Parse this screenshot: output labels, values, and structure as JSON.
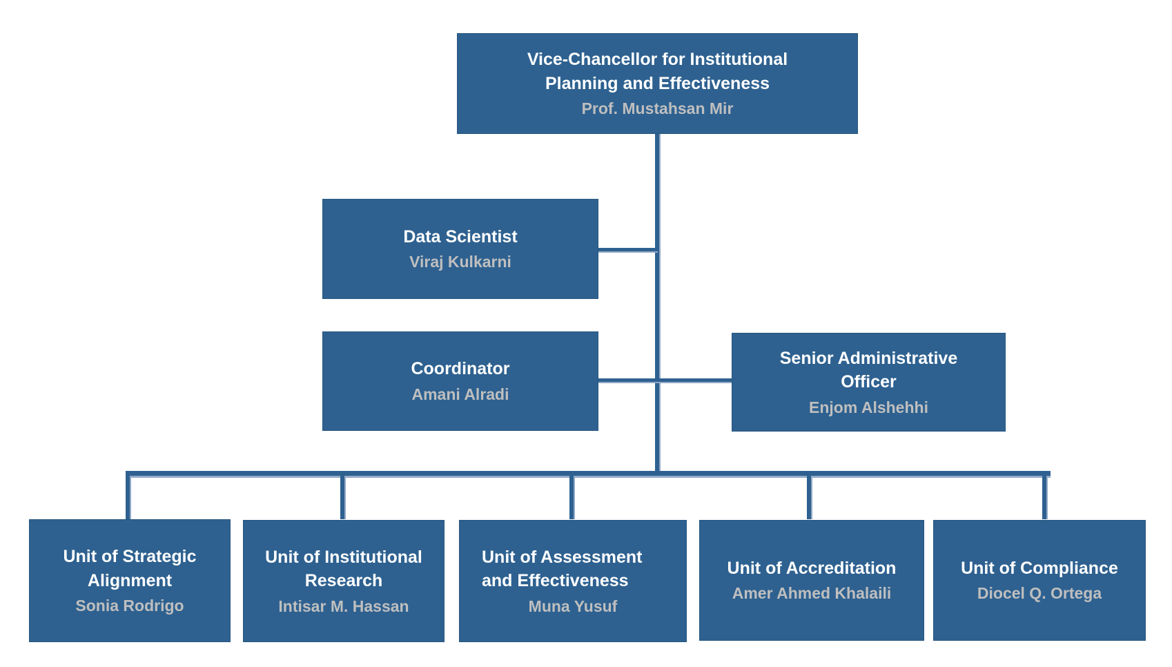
{
  "page": {
    "kind": "organizational-chart",
    "background_color": "#FFFFFF"
  },
  "colors": {
    "node_fill": "#2E6190",
    "node_border": "#27567E",
    "connector": "#2E6190",
    "connector_highlight": "#93A9C6",
    "title_text": "#FFFFFF",
    "name_text": "#BFBFBF"
  },
  "org_chart": {
    "nodes": [
      {
        "id": "vice-chancellor",
        "title": "Vice-Chancellor for Institutional\nPlanning and Effectiveness",
        "name": "Prof. Mustahsan Mir"
      },
      {
        "id": "data-scientist",
        "title": "Data Scientist",
        "name": "Viraj Kulkarni"
      },
      {
        "id": "coordinator",
        "title": "Coordinator",
        "name": "Amani Alradi"
      },
      {
        "id": "senior-admin-officer",
        "title": "Senior Administrative\nOfficer",
        "name": "Enjom Alshehhi"
      },
      {
        "id": "unit-strategic-alignment",
        "title": "Unit of Strategic\nAlignment",
        "name": "Sonia Rodrigo"
      },
      {
        "id": "unit-institutional-research",
        "title": "Unit of Institutional\nResearch",
        "name": "Intisar M. Hassan"
      },
      {
        "id": "unit-assessment-effectiveness",
        "title": "Unit of Assessment\nand Effectiveness",
        "name": "Muna Yusuf"
      },
      {
        "id": "unit-accreditation",
        "title": "Unit of Accreditation",
        "name": "Amer Ahmed Khalaili"
      },
      {
        "id": "unit-compliance",
        "title": "Unit of Compliance",
        "name": "Diocel Q. Ortega"
      }
    ]
  }
}
